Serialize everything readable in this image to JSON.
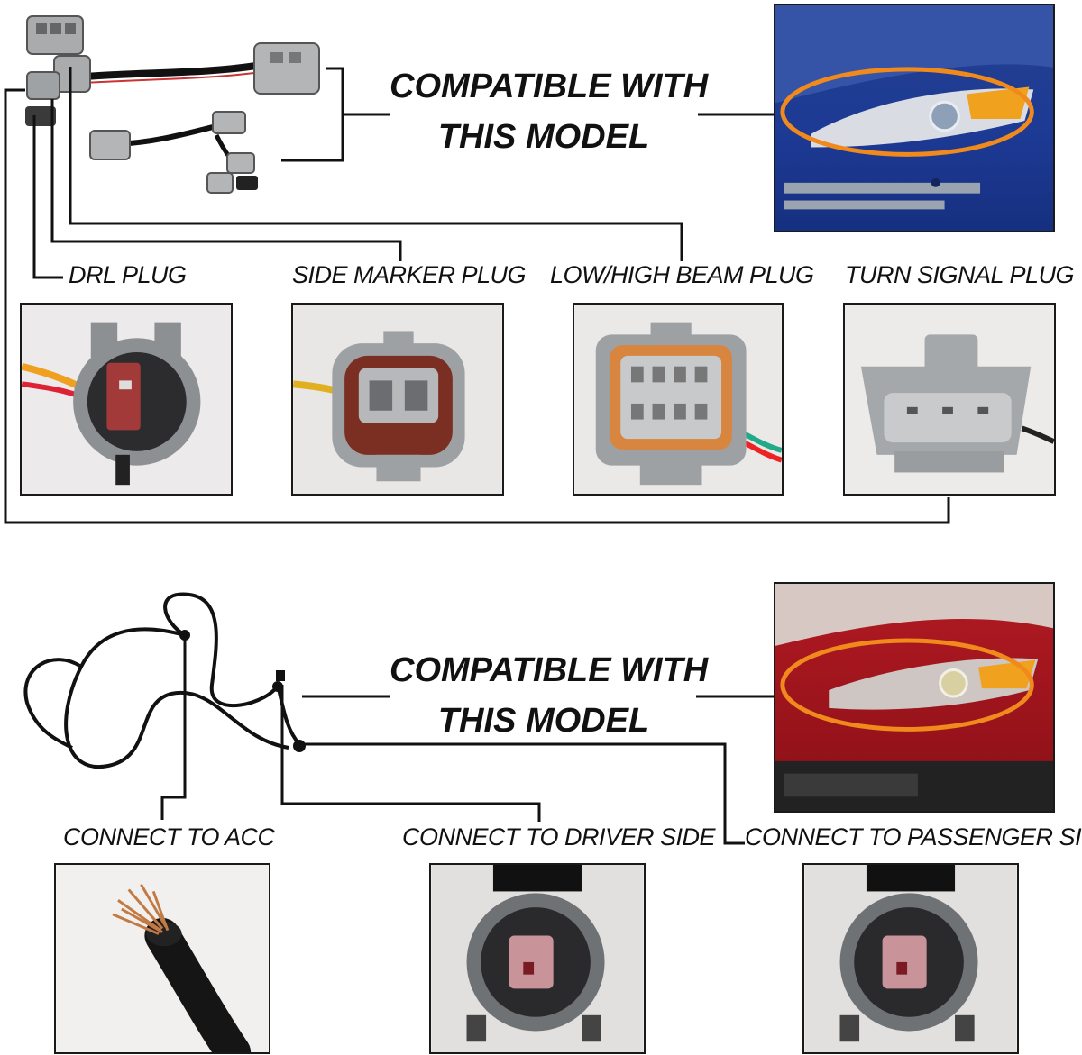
{
  "top_section": {
    "compatible_line1": "COMPATIBLE WITH",
    "compatible_line2": "THIS MODEL",
    "plugs": [
      {
        "label": "DRL  PLUG",
        "icon": "round-connector-icon"
      },
      {
        "label": "SIDE MARKER PLUG",
        "icon": "two-pin-connector-icon"
      },
      {
        "label": "LOW/HIGH BEAM PLUG",
        "icon": "multi-pin-connector-icon"
      },
      {
        "label": "TURN SIGNAL PLUG",
        "icon": "three-pin-connector-icon"
      }
    ],
    "car_photo_icon": "blue-car-headlight-photo"
  },
  "bottom_section": {
    "compatible_line1": "COMPATIBLE WITH",
    "compatible_line2": "THIS MODEL",
    "connections": [
      {
        "label": "CONNECT TO ACC",
        "icon": "bare-wire-icon"
      },
      {
        "label": "CONNECT TO DRIVER SIDE",
        "icon": "round-connector-icon"
      },
      {
        "label": "CONNECT TO PASSENGER SIDE",
        "icon": "round-connector-icon"
      }
    ],
    "car_photo_icon": "red-car-headlight-photo"
  },
  "colors": {
    "highlight_ellipse": "#f08a1c",
    "connector_gray": "#a9abad",
    "seal_brown": "#8a3a24",
    "blue_car": "#1f3f9a",
    "red_car": "#a3121c"
  }
}
